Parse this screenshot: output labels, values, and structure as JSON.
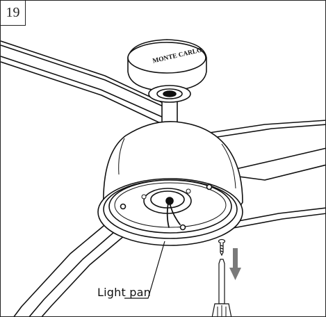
{
  "step": {
    "number": "19"
  },
  "fan": {
    "brand_logo": "MONTE CARLO"
  },
  "callout": {
    "label": "Light pan"
  },
  "colors": {
    "line": "#111111",
    "arrow": "#7a7a7a",
    "background": "#ffffff"
  },
  "icons": {
    "arrow": "down-arrow-icon",
    "screw": "screw-icon",
    "screwdriver": "screwdriver-icon"
  }
}
